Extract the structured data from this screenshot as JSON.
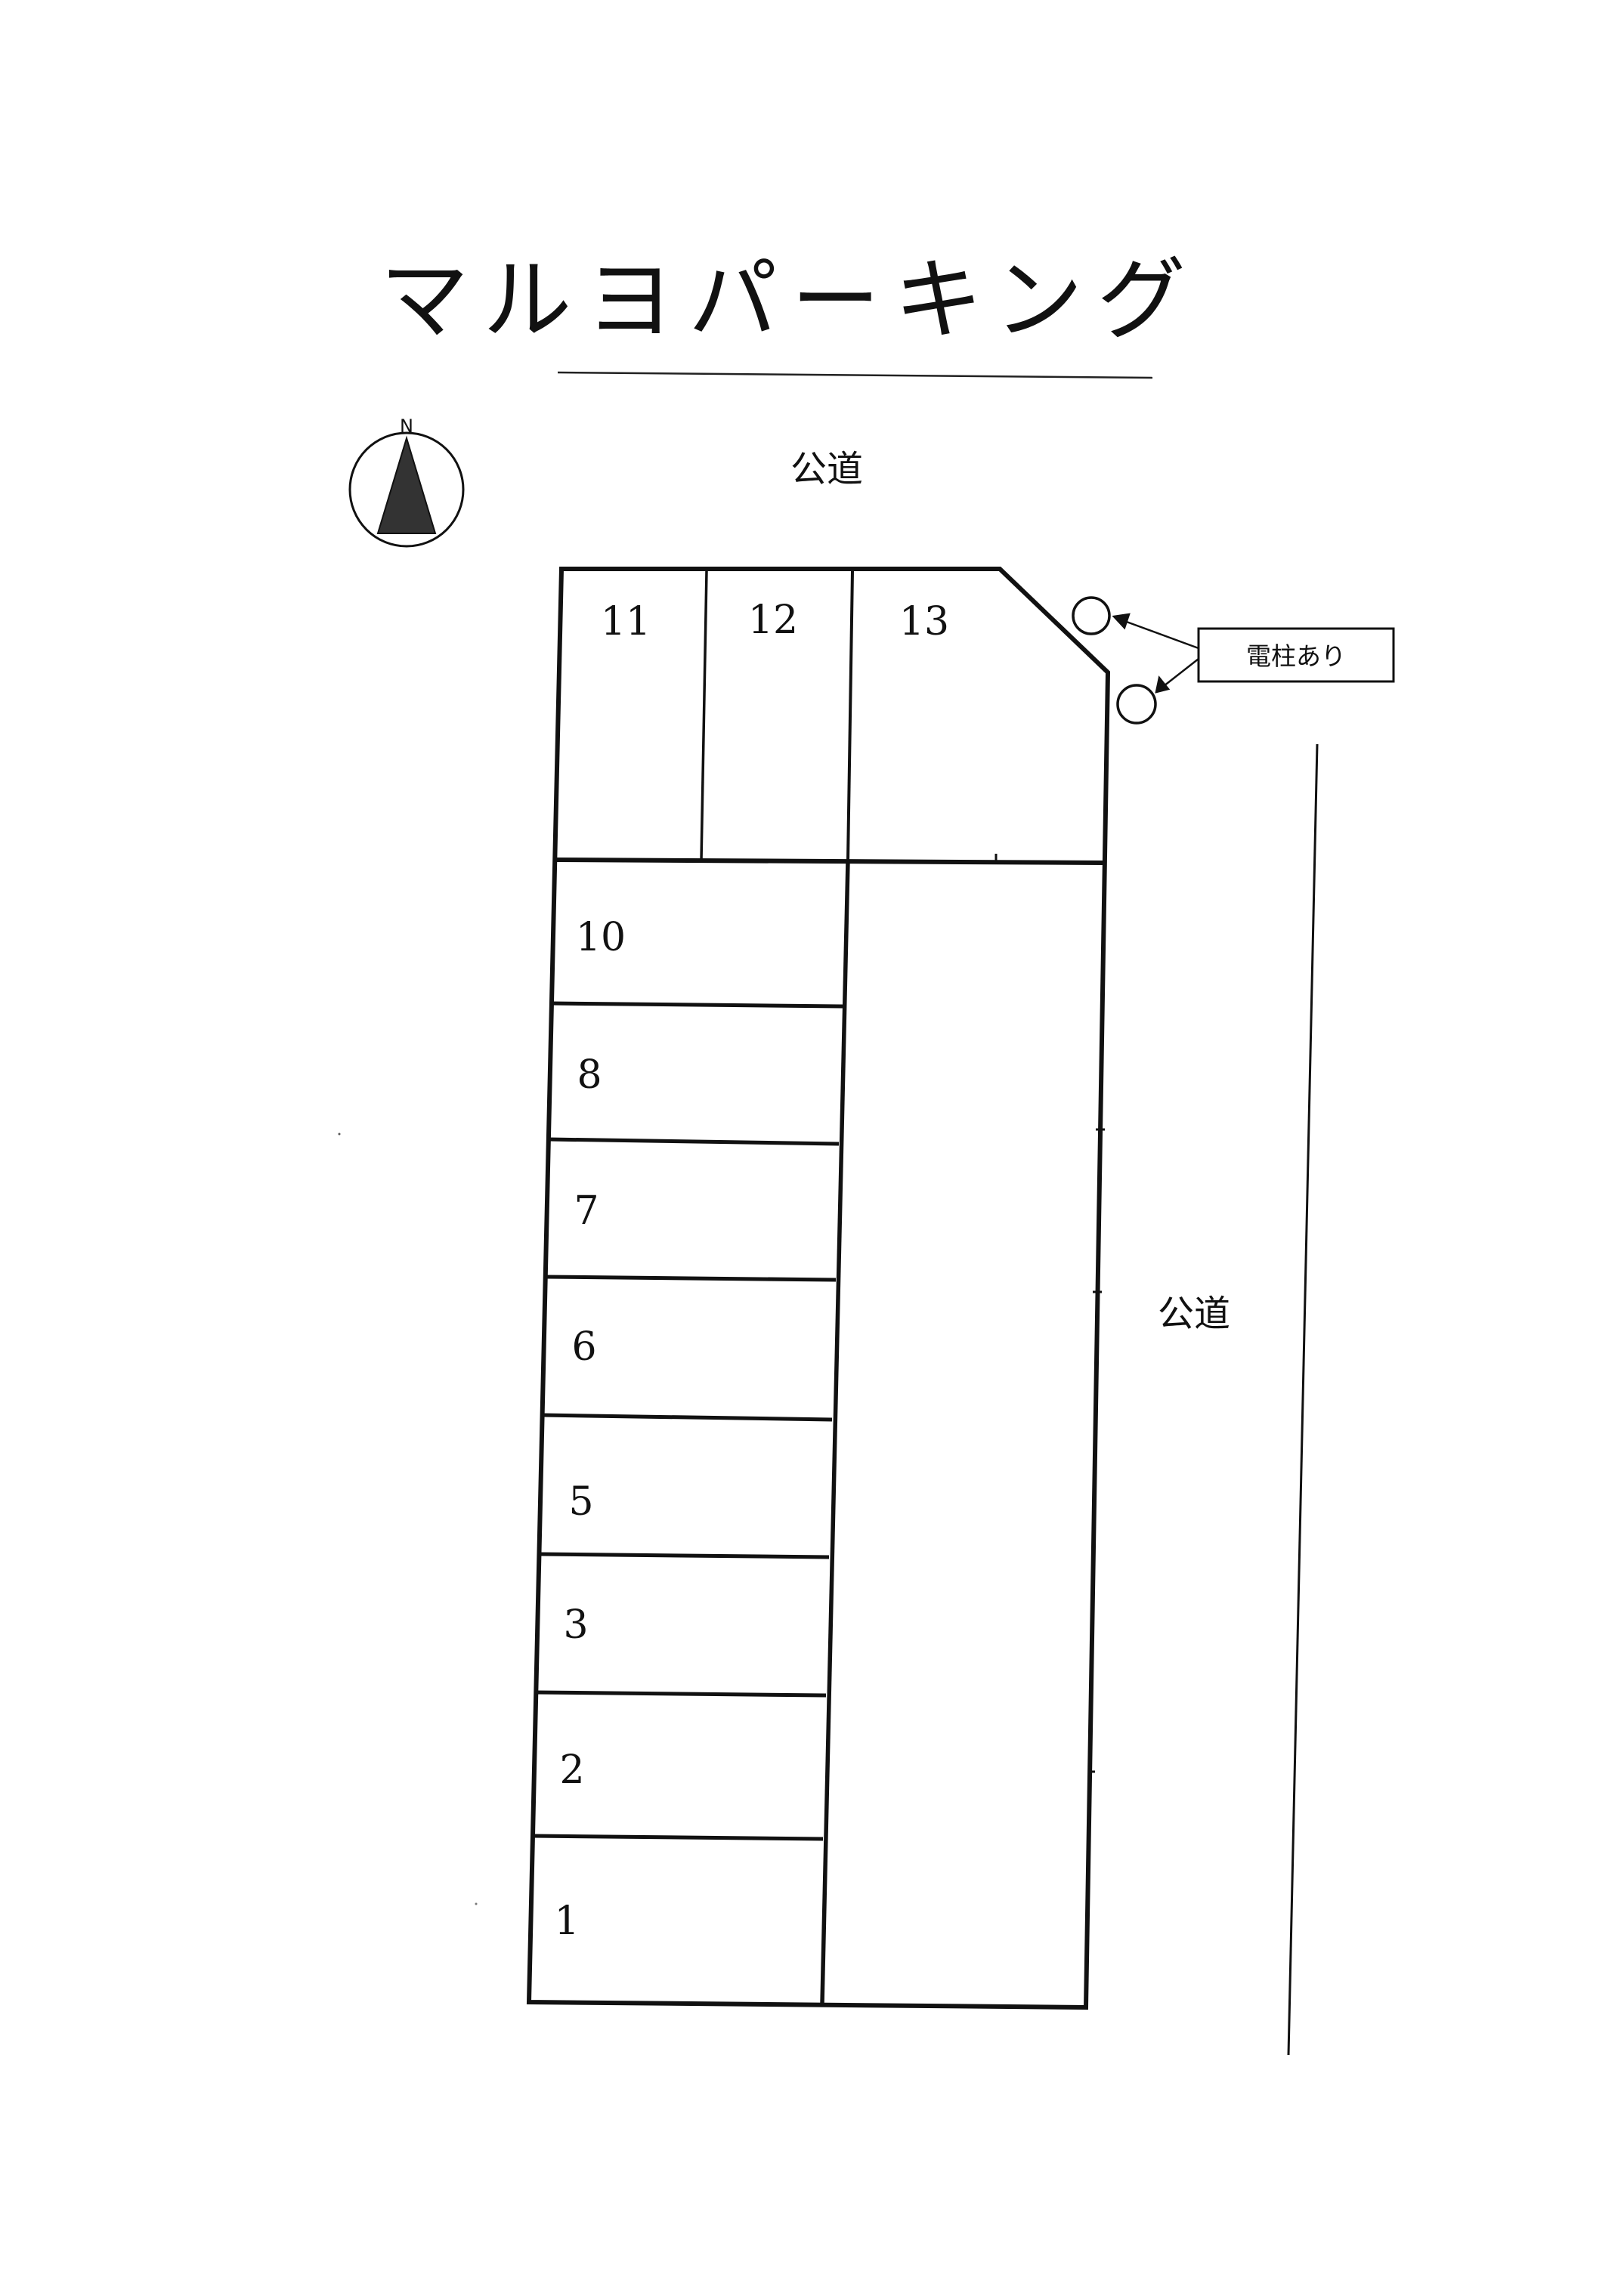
{
  "title": "マルヨパーキング",
  "compass": {
    "label": "N"
  },
  "roads": {
    "north": "公道",
    "east": "公道"
  },
  "utility_pole_note": "電柱あり",
  "spaces": [
    "11",
    "12",
    "13",
    "10",
    "8",
    "7",
    "6",
    "5",
    "3",
    "2",
    "1"
  ]
}
